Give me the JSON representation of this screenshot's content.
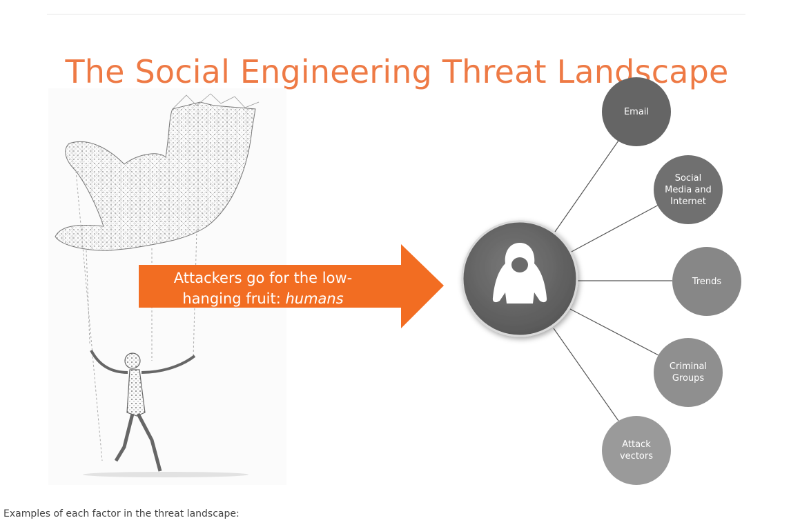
{
  "title": "The Social Engineering Threat Landscape",
  "arrow": {
    "text_plain": "Attackers go for the low-hanging fruit: ",
    "text_emphasis": "humans",
    "color": "#f26d22"
  },
  "hub": {
    "icon": "hooded-hacker-icon",
    "color": "#6b6b6b"
  },
  "nodes": [
    {
      "label": "Email",
      "color": "#656565"
    },
    {
      "label": "Social\nMedia and\nInternet",
      "color": "#707070"
    },
    {
      "label": "Trends",
      "color": "#878787"
    },
    {
      "label": "Criminal\nGroups",
      "color": "#8f8f8f"
    },
    {
      "label": "Attack\nvectors",
      "color": "#9a9a9a"
    }
  ],
  "illustration": {
    "icon": "puppet-master-wireframe-illustration"
  },
  "caption": "Examples of each factor in the threat landscape:",
  "colors": {
    "title": "#ee7a45",
    "accent": "#f26d22"
  }
}
